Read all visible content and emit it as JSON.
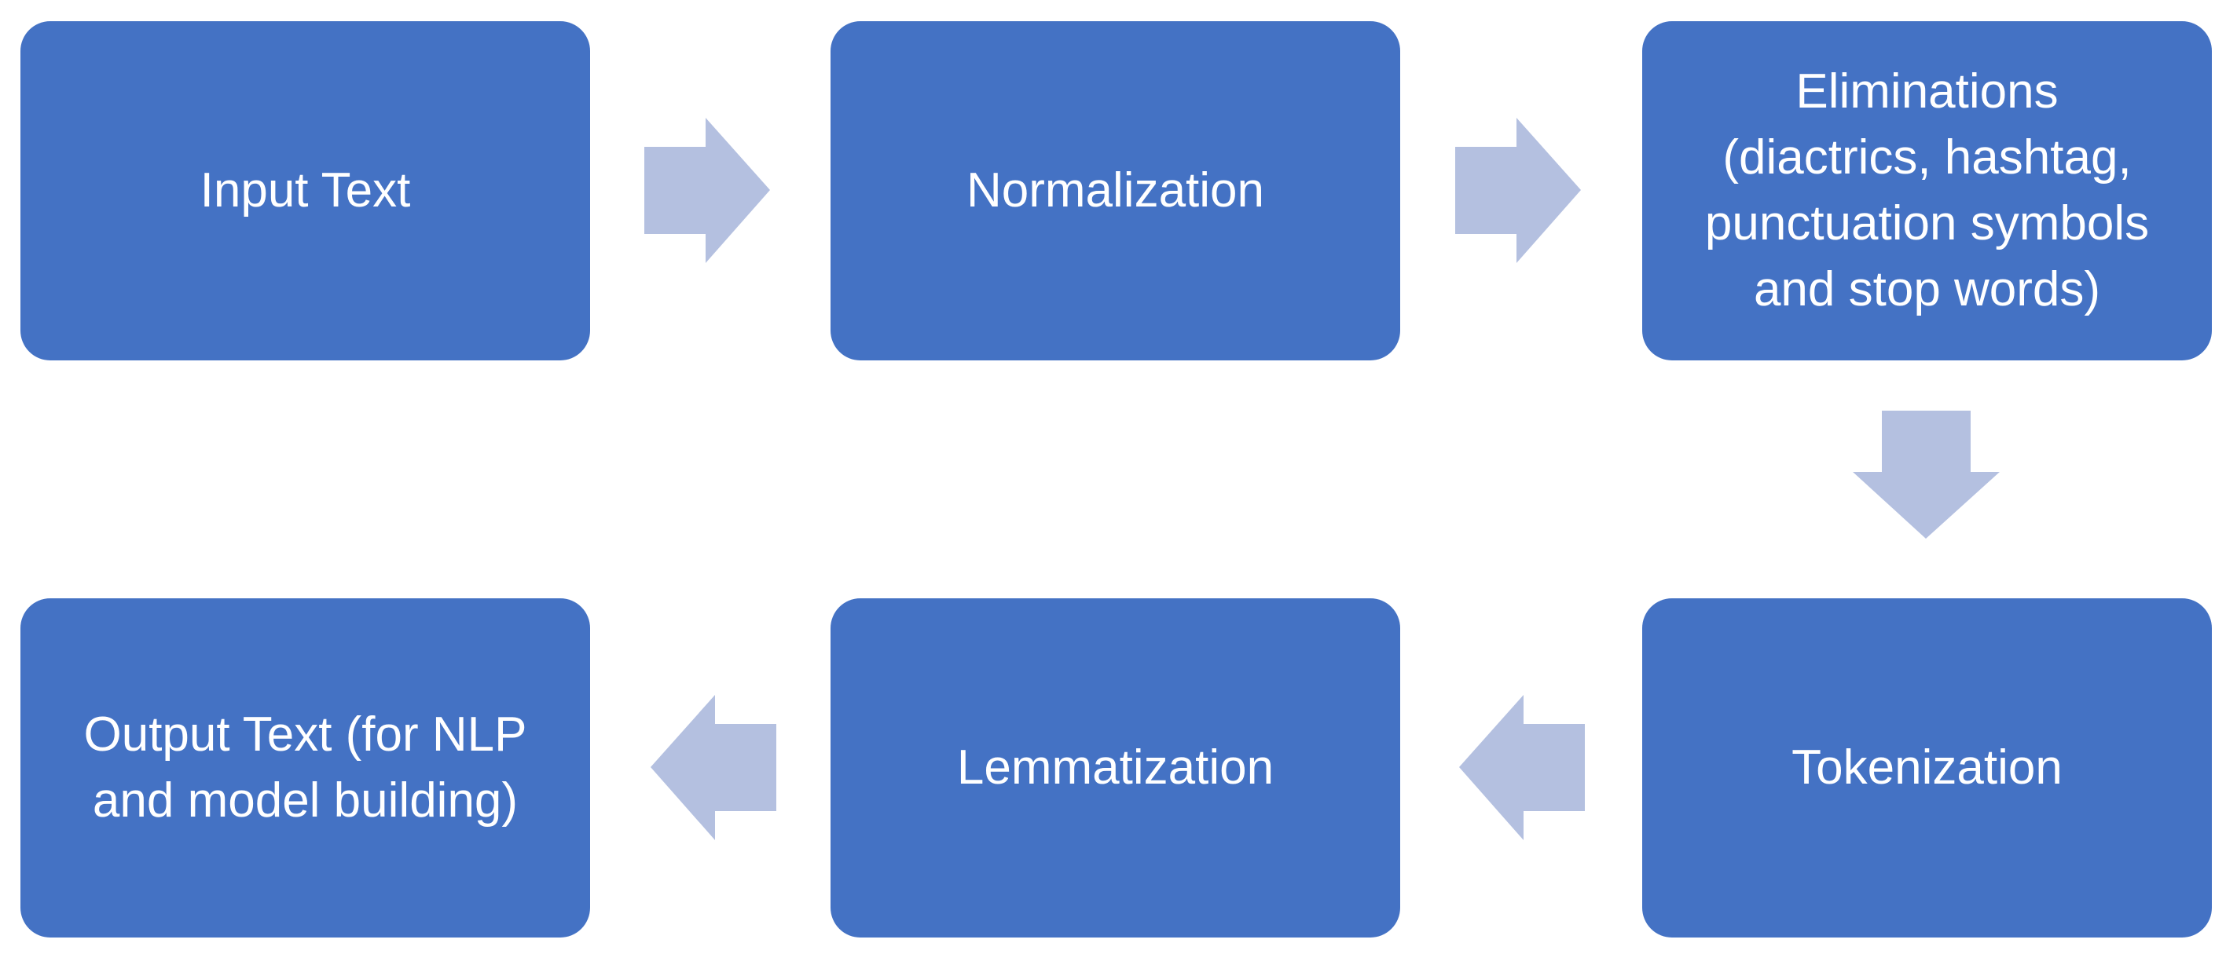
{
  "diagram": {
    "steps": [
      {
        "label": "Input Text"
      },
      {
        "label": "Normalization"
      },
      {
        "label": "Eliminations\n(diactrics, hashtag,\npunctuation symbols\nand stop words)"
      },
      {
        "label": "Tokenization"
      },
      {
        "label": "Lemmatization"
      },
      {
        "label": "Output Text (for NLP\nand model building)"
      }
    ],
    "colors": {
      "box_fill": "#4472c4",
      "box_text": "#ffffff",
      "arrow_fill": "#b4c0e0"
    },
    "arrows": [
      {
        "from": "Input Text",
        "to": "Normalization",
        "direction": "right"
      },
      {
        "from": "Normalization",
        "to": "Eliminations",
        "direction": "right"
      },
      {
        "from": "Eliminations",
        "to": "Tokenization",
        "direction": "down"
      },
      {
        "from": "Tokenization",
        "to": "Lemmatization",
        "direction": "left"
      },
      {
        "from": "Lemmatization",
        "to": "Output Text",
        "direction": "left"
      }
    ]
  }
}
